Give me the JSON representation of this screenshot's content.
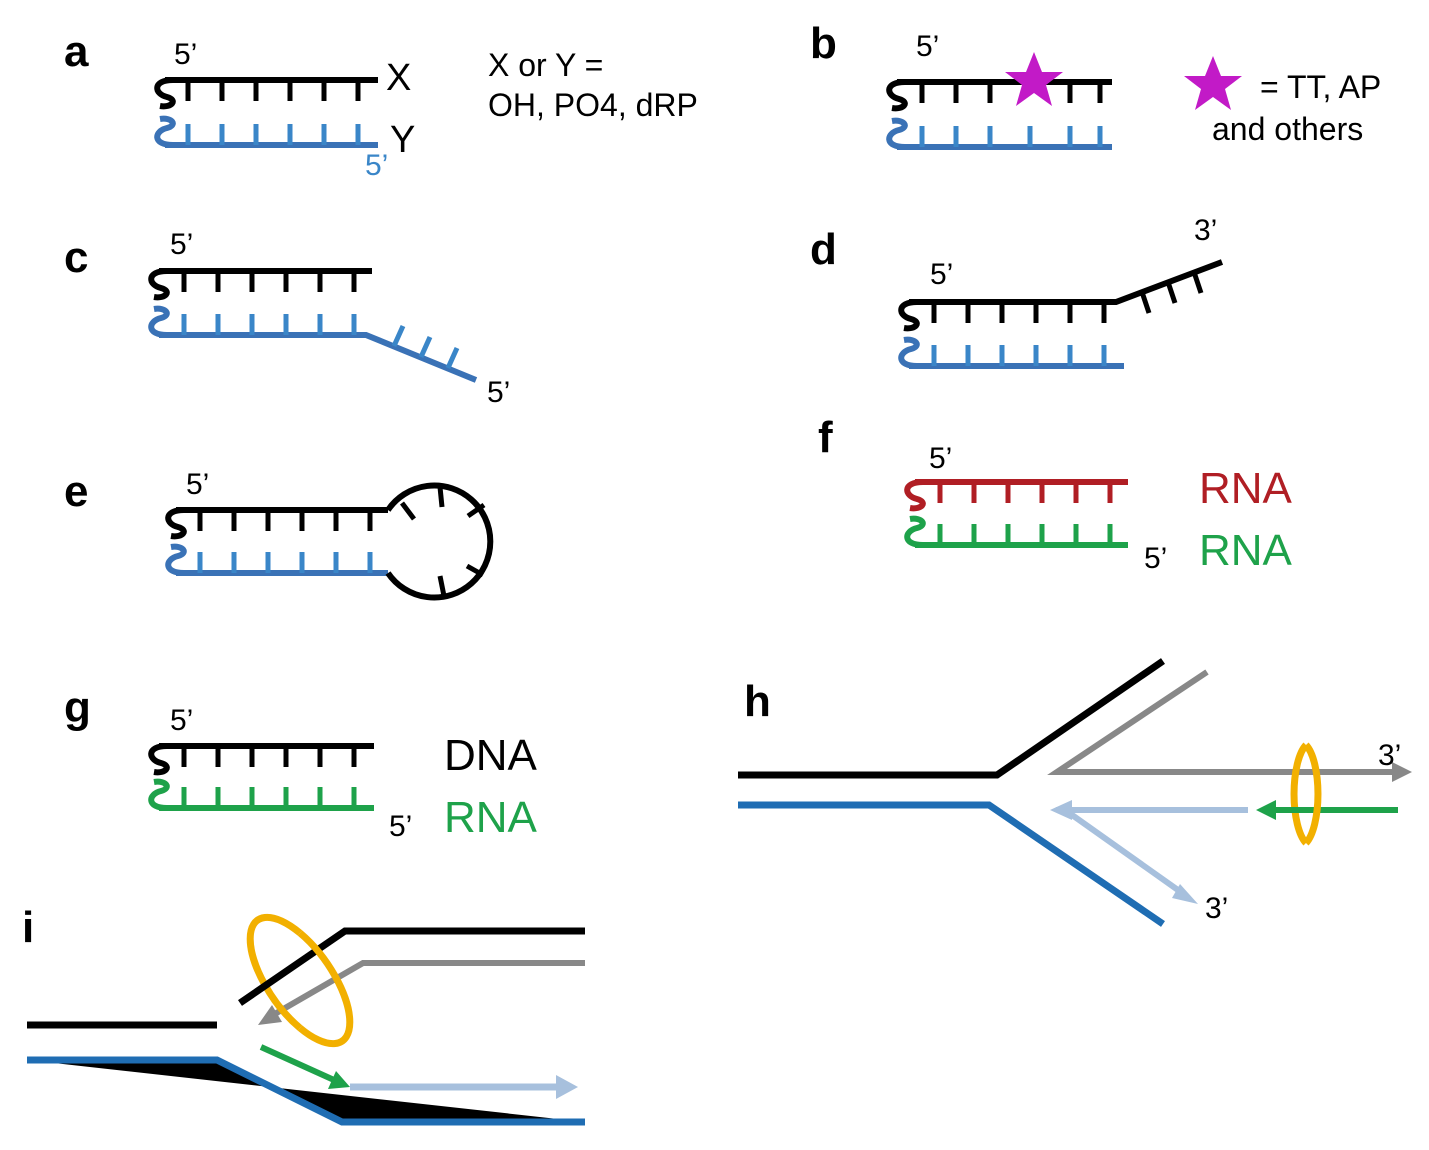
{
  "colors": {
    "template_strand": "#000000",
    "complement_strand": "#3a72b6",
    "rna_red": "#b01e24",
    "rna_green": "#1ea24a",
    "lesion_star": "#c21ac7",
    "clamp_ring": "#f2b000",
    "lagging_light": "#9cb4d4",
    "grey_strand": "#888888"
  },
  "panels": {
    "a": {
      "letter": "a",
      "five_prime_top": "5’",
      "five_prime_bottom": "5’",
      "x_label": "X",
      "y_label": "Y",
      "note_line1": "X or Y =",
      "note_line2": "OH, PO4, dRP"
    },
    "b": {
      "letter": "b",
      "five_prime": "5’",
      "legend_line1": "= TT, AP",
      "legend_line2": "and others",
      "legend_icon": "star-icon"
    },
    "c": {
      "letter": "c",
      "five_prime_top": "5’",
      "five_prime_overhang": "5’"
    },
    "d": {
      "letter": "d",
      "five_prime": "5’",
      "three_prime": "3’"
    },
    "e": {
      "letter": "e",
      "five_prime": "5’"
    },
    "f": {
      "letter": "f",
      "five_prime_top": "5’",
      "five_prime_bottom": "5’",
      "top_label": "RNA",
      "bottom_label": "RNA"
    },
    "g": {
      "letter": "g",
      "five_prime_top": "5’",
      "five_prime_bottom": "5’",
      "top_label": "DNA",
      "bottom_label": "RNA"
    },
    "h": {
      "letter": "h",
      "three_prime_top": "3’",
      "three_prime_bottom": "3’"
    },
    "i": {
      "letter": "i"
    }
  }
}
